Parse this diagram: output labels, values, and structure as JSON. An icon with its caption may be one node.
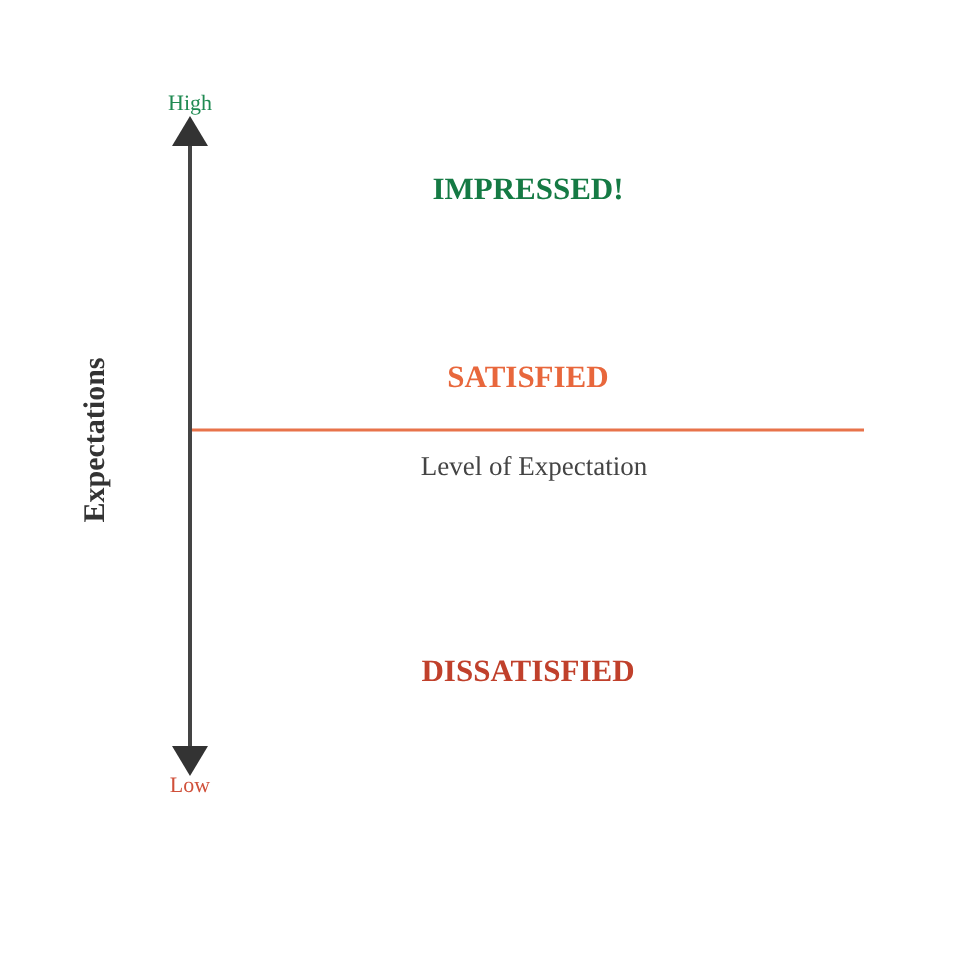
{
  "diagram": {
    "labels": [
      "High",
      "IMPRESSED!",
      "SATISFIED",
      "Expectations",
      "Level of Expectation",
      "DISSATISFIED",
      "Low"
    ]
  }
}
